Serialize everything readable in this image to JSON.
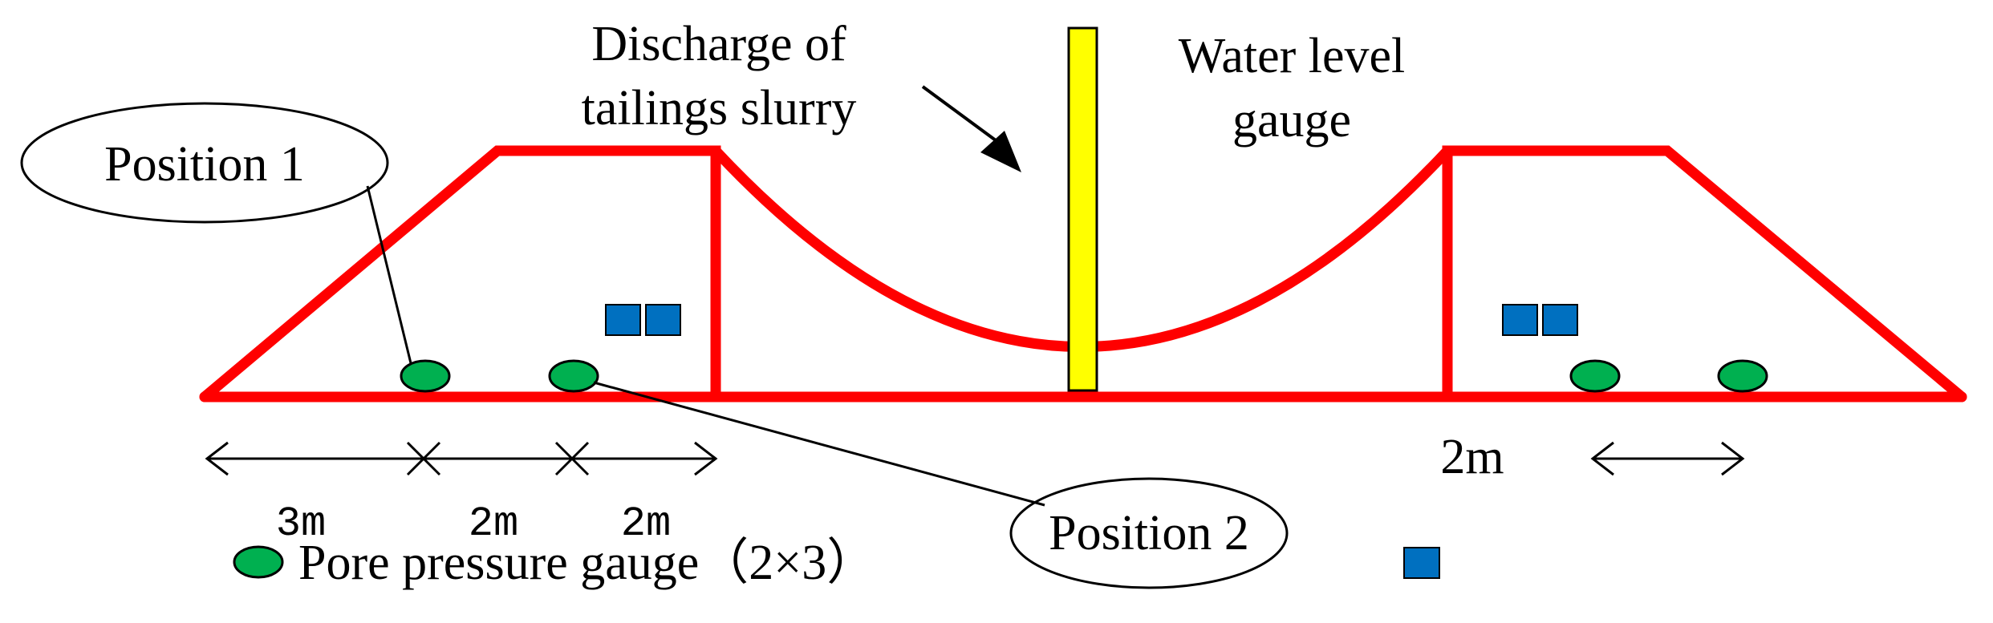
{
  "labels": {
    "discharge_line1": "Discharge of",
    "discharge_line2": "tailings slurry",
    "water_line1": "Water level",
    "water_line2": "gauge",
    "position1": "Position 1",
    "position2": "Position 2",
    "legend_pore": "Pore pressure gauge（2×3）"
  },
  "dimensions": {
    "dim1": "3m",
    "dim2": "2m",
    "dim3": "2m",
    "dim_right": "2m"
  },
  "colors": {
    "dam_outline": "#ff0000",
    "water_gauge_fill": "#ffff00",
    "pore_gauge_fill": "#00b050",
    "square_fill": "#0070c0",
    "ink": "#000000"
  }
}
